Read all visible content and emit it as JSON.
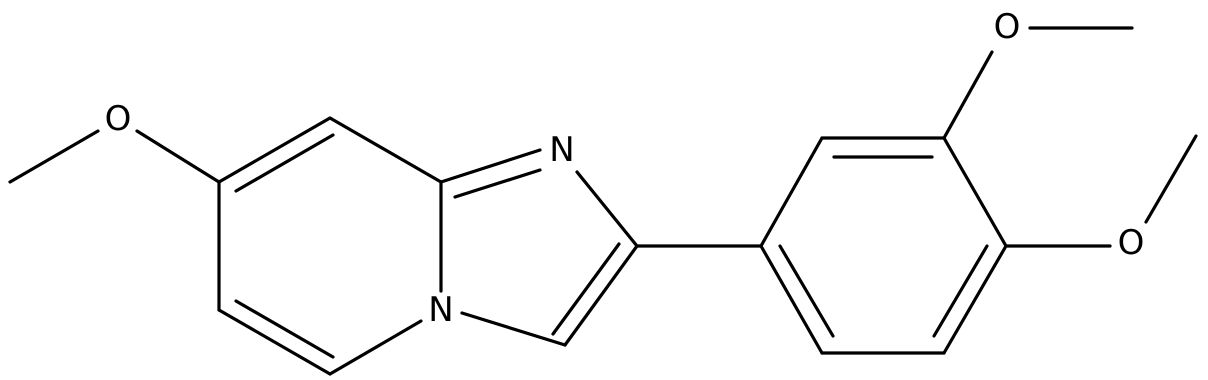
{
  "molecule": {
    "atoms": {
      "o_left": "O",
      "n_imine": "N",
      "n_bridge": "N",
      "o_top": "O",
      "o_right": "O"
    }
  },
  "colors": {
    "bond": "#000000",
    "label": "#000000",
    "background": "#ffffff"
  }
}
